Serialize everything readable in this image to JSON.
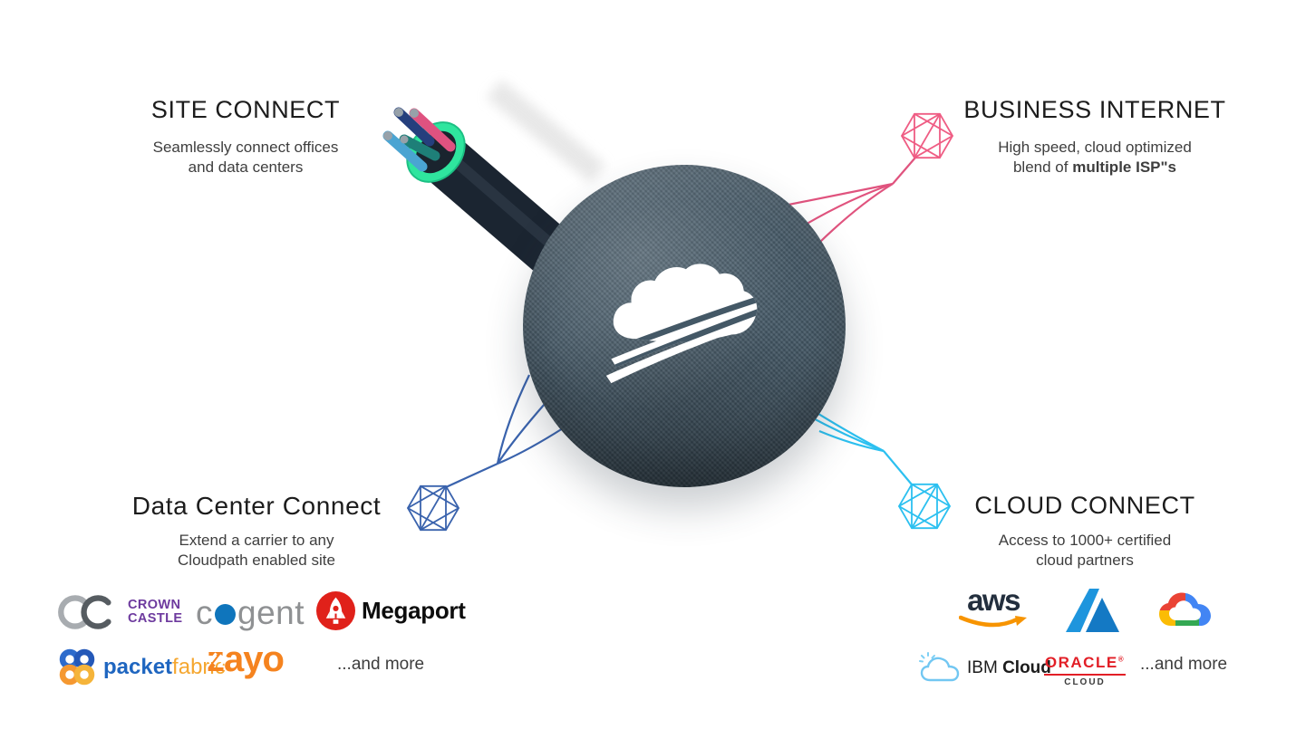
{
  "sections": {
    "site_connect": {
      "title": "SITE CONNECT",
      "desc1": "Seamlessly connect offices",
      "desc2": "and data centers"
    },
    "business_internet": {
      "title": "BUSINESS INTERNET",
      "desc1": "High speed, cloud optimized",
      "desc2_normal": "blend of ",
      "desc2_bold": "multiple ISP\"s"
    },
    "data_center_connect": {
      "title": "Data Center Connect",
      "desc1": "Extend a carrier to any",
      "desc2": "Cloudpath enabled site"
    },
    "cloud_connect": {
      "title": "CLOUD CONNECT",
      "desc1": "Access to 1000+ certified",
      "desc2": "cloud partners"
    }
  },
  "partners": {
    "left": {
      "crown_castle_line1": "CROWN",
      "crown_castle_line2": "CASTLE",
      "cogent_pre": "c",
      "cogent_post": "gent",
      "megaport": "Megaport",
      "packetfabric_bold": "packet",
      "packetfabric_light": "fabric",
      "zayo": "zayo",
      "more": "...and more"
    },
    "right": {
      "aws": "aws",
      "ibm_prefix": "IBM",
      "ibm_bold": "Cloud",
      "oracle_title": "ORACLE",
      "oracle_reg": "®",
      "oracle_sub": "CLOUD",
      "more": "...and more"
    }
  },
  "icons": {
    "center": "cloudpath-cloud-logo",
    "top_left": "fiber-cable",
    "nodes": "wireframe-hexagon-node"
  },
  "colors": {
    "sphere": "#445866",
    "pink_lines": "#e0537e",
    "blue_lines": "#3a63ad",
    "cyan_lines": "#2cc0f0",
    "heading": "#1c1c1c",
    "subtext": "#3e3e3e",
    "crown_purple": "#6d3a9e",
    "cogent_gray": "#8f9193",
    "cogent_blue": "#0f75bc",
    "megaport_red": "#e0211a",
    "packetfabric_blue": "#1f66c0",
    "packetfabric_orange": "#f5a730",
    "zayo_orange": "#f5831f",
    "aws_dark": "#232f3e",
    "aws_orange": "#f79400",
    "azure_blue": "#1492d8",
    "oracle_red": "#e21e26",
    "ibm_blue": "#72c7f2",
    "cable_green_ring": "#2fe59e"
  }
}
